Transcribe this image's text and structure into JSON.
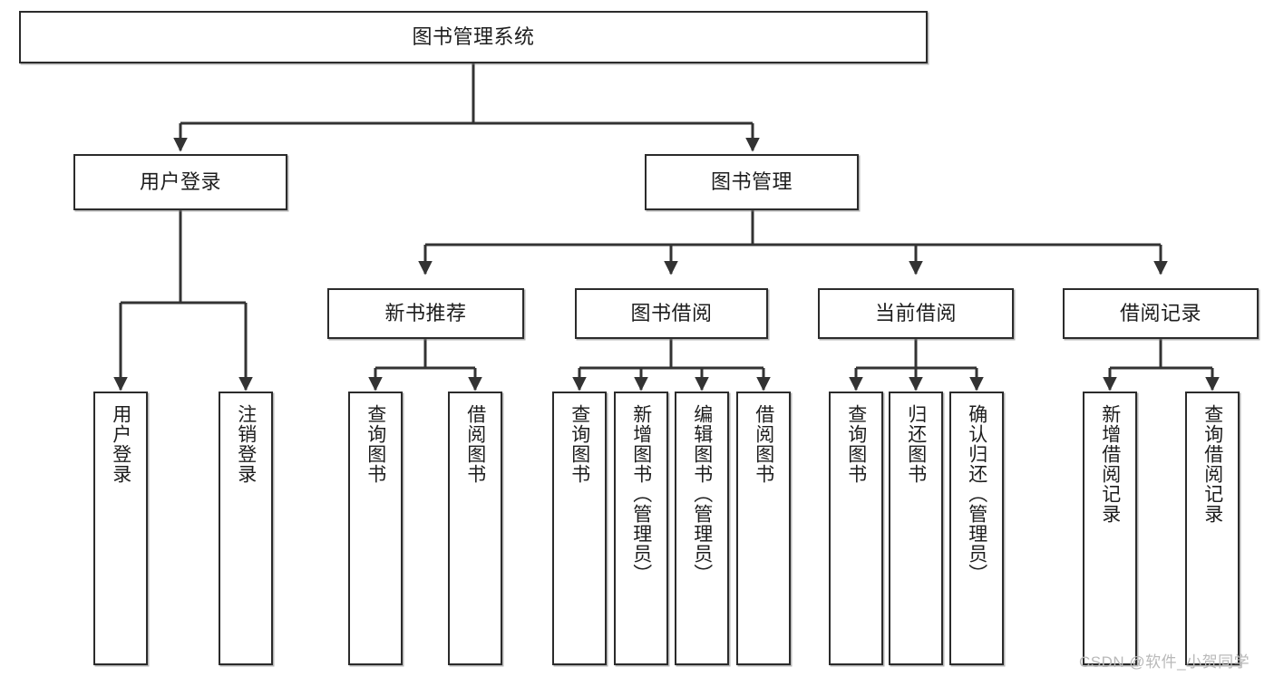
{
  "diagram": {
    "type": "tree-hierarchy-diagram",
    "title": "图书管理系统",
    "watermark": "CSDN @软件_小贺同学",
    "colors": {
      "border": "#2b2b2b",
      "background": "#ffffff",
      "text": "#1d1d1d",
      "edge": "#333333",
      "watermark": "#b9b9b9"
    },
    "nodes": {
      "root": {
        "label": "图书管理系统",
        "level": 1
      },
      "l2": [
        {
          "id": "user-login",
          "label": "用户登录",
          "level": 2
        },
        {
          "id": "book-manage",
          "label": "图书管理",
          "level": 2
        }
      ],
      "l3": [
        {
          "id": "new-book-recommend",
          "label": "新书推荐",
          "level": 3
        },
        {
          "id": "book-borrow",
          "label": "图书借阅",
          "level": 3
        },
        {
          "id": "current-borrow",
          "label": "当前借阅",
          "level": 3
        },
        {
          "id": "borrow-record",
          "label": "借阅记录",
          "level": 3
        }
      ],
      "leaves": {
        "user-login": [
          {
            "id": "leaf-user-login",
            "label": "用户登录"
          },
          {
            "id": "leaf-user-logout",
            "label": "注销登录"
          }
        ],
        "new-book-recommend": [
          {
            "id": "leaf-query-book-1",
            "label": "查询图书"
          },
          {
            "id": "leaf-borrow-book-1",
            "label": "借阅图书"
          }
        ],
        "book-borrow": [
          {
            "id": "leaf-query-book-2",
            "label": "查询图书"
          },
          {
            "id": "leaf-add-book",
            "label": "新增图书（管理员）"
          },
          {
            "id": "leaf-edit-book",
            "label": "编辑图书（管理员）"
          },
          {
            "id": "leaf-borrow-book-2",
            "label": "借阅图书"
          }
        ],
        "current-borrow": [
          {
            "id": "leaf-query-book-3",
            "label": "查询图书"
          },
          {
            "id": "leaf-return-book",
            "label": "归还图书"
          },
          {
            "id": "leaf-confirm-return",
            "label": "确认归还（管理员）"
          }
        ],
        "borrow-record": [
          {
            "id": "leaf-add-record",
            "label": "新增借阅记录"
          },
          {
            "id": "leaf-query-record",
            "label": "查询借阅记录"
          }
        ]
      }
    }
  }
}
